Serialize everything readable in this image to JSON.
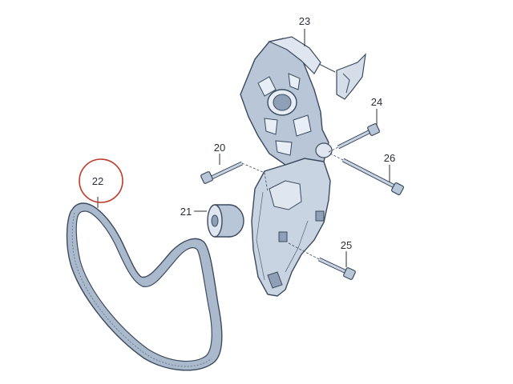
{
  "diagram": {
    "colors": {
      "part_fill": "#c9d4e2",
      "part_shadow": "#8e9fb6",
      "part_light": "#e8eef6",
      "outline": "#3b4a5e",
      "highlight_circle": "#c0392b"
    },
    "callouts": {
      "c20": "20",
      "c21": "21",
      "c22": "22",
      "c23": "23",
      "c24": "24",
      "c25": "25",
      "c26": "26"
    },
    "highlighted_callout": "22"
  }
}
